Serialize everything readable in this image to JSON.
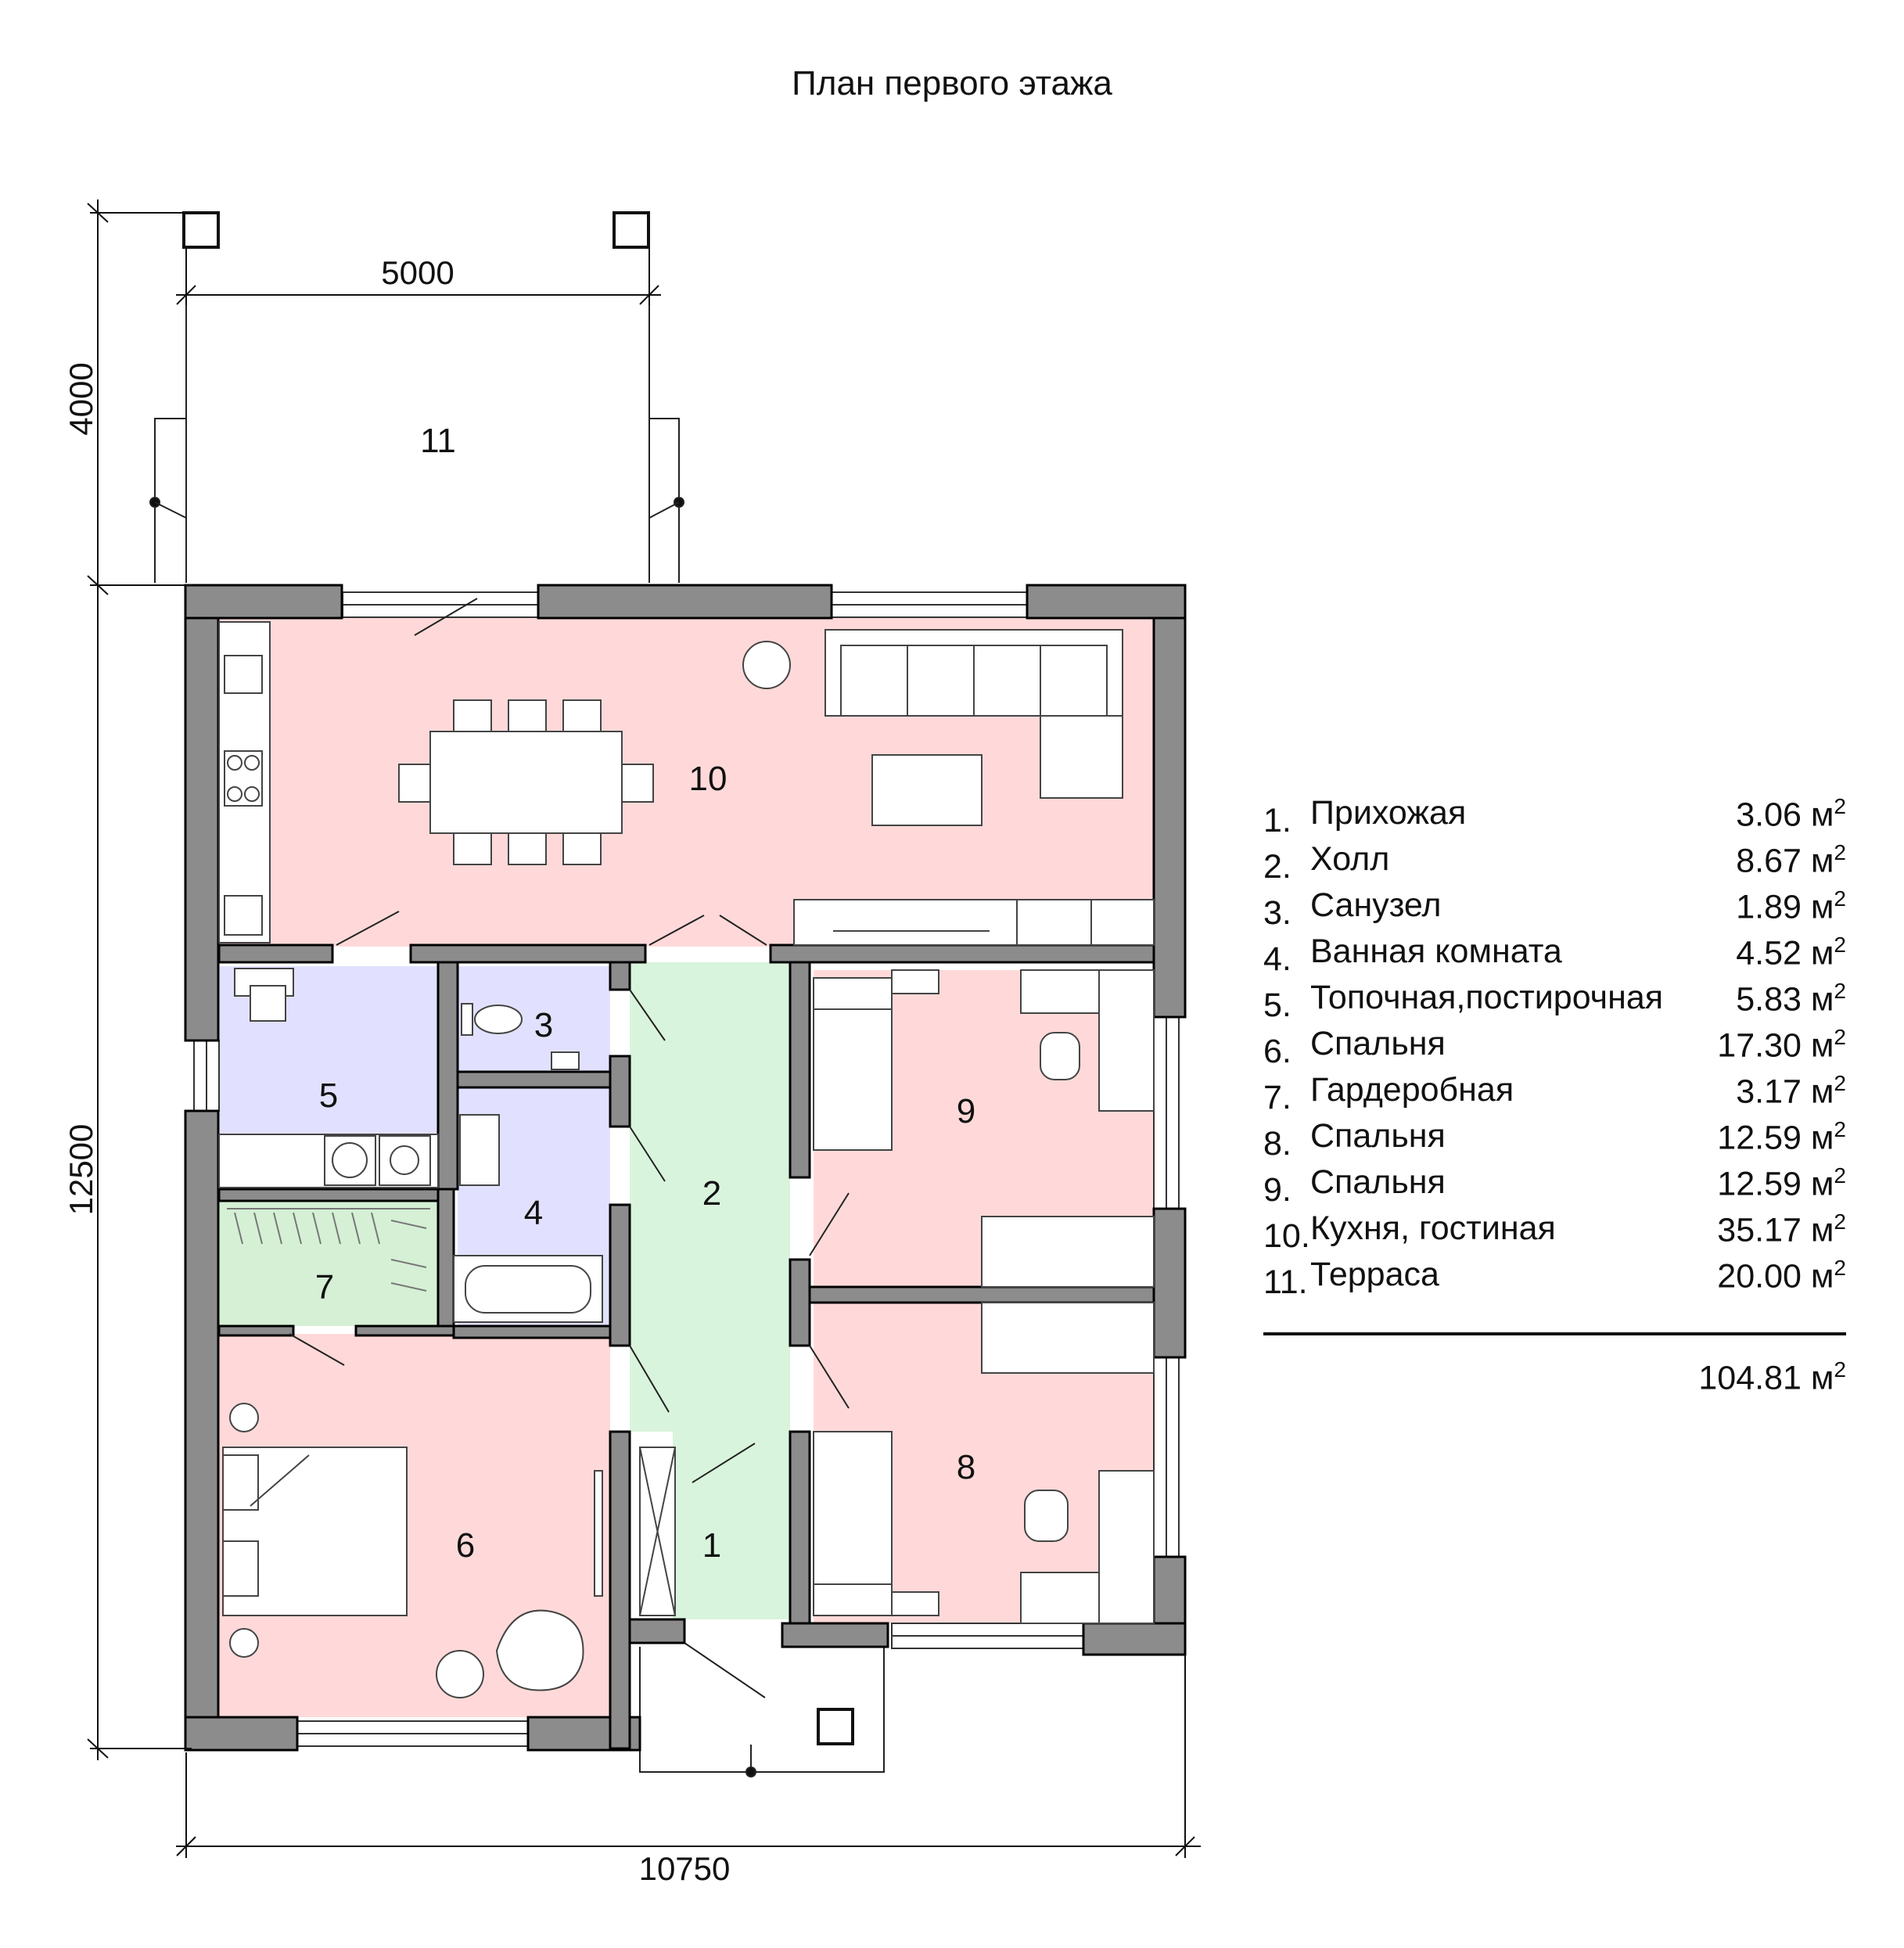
{
  "title": "План первого этажа",
  "dimensions": {
    "terrace_width": "5000",
    "terrace_depth": "4000",
    "house_depth": "12500",
    "house_width": "10750"
  },
  "room_numbers": [
    "1",
    "2",
    "3",
    "4",
    "5",
    "6",
    "7",
    "8",
    "9",
    "10",
    "11"
  ],
  "rooms": [
    {
      "num": "1.",
      "name": "Прихожая",
      "area": "3.06 м"
    },
    {
      "num": "2.",
      "name": "Холл",
      "area": "8.67 м"
    },
    {
      "num": "3.",
      "name": "Санузел",
      "area": "1.89 м"
    },
    {
      "num": "4.",
      "name": "Ванная комната",
      "area": "4.52 м"
    },
    {
      "num": "5.",
      "name": "Топочная,постирочная",
      "area": "5.83 м"
    },
    {
      "num": "6.",
      "name": "Спальня",
      "area": "17.30 м"
    },
    {
      "num": "7.",
      "name": "Гардеробная",
      "area": "3.17 м"
    },
    {
      "num": "8.",
      "name": "Спальня",
      "area": "12.59 м"
    },
    {
      "num": "9.",
      "name": "Спальня",
      "area": "12.59 м"
    },
    {
      "num": "10.",
      "name": "Кухня, гостиная",
      "area": "35.17 м"
    },
    {
      "num": "11.",
      "name": "Терраса",
      "area": "20.00 м"
    }
  ],
  "area_superscript": "2",
  "total_area": "104.81 м",
  "colors": {
    "wall": "#8c8c8c",
    "wall_outline": "#000000",
    "living": "#ffd6d6",
    "bath": "#e1e1ff",
    "hall": "#d9f4dc"
  }
}
